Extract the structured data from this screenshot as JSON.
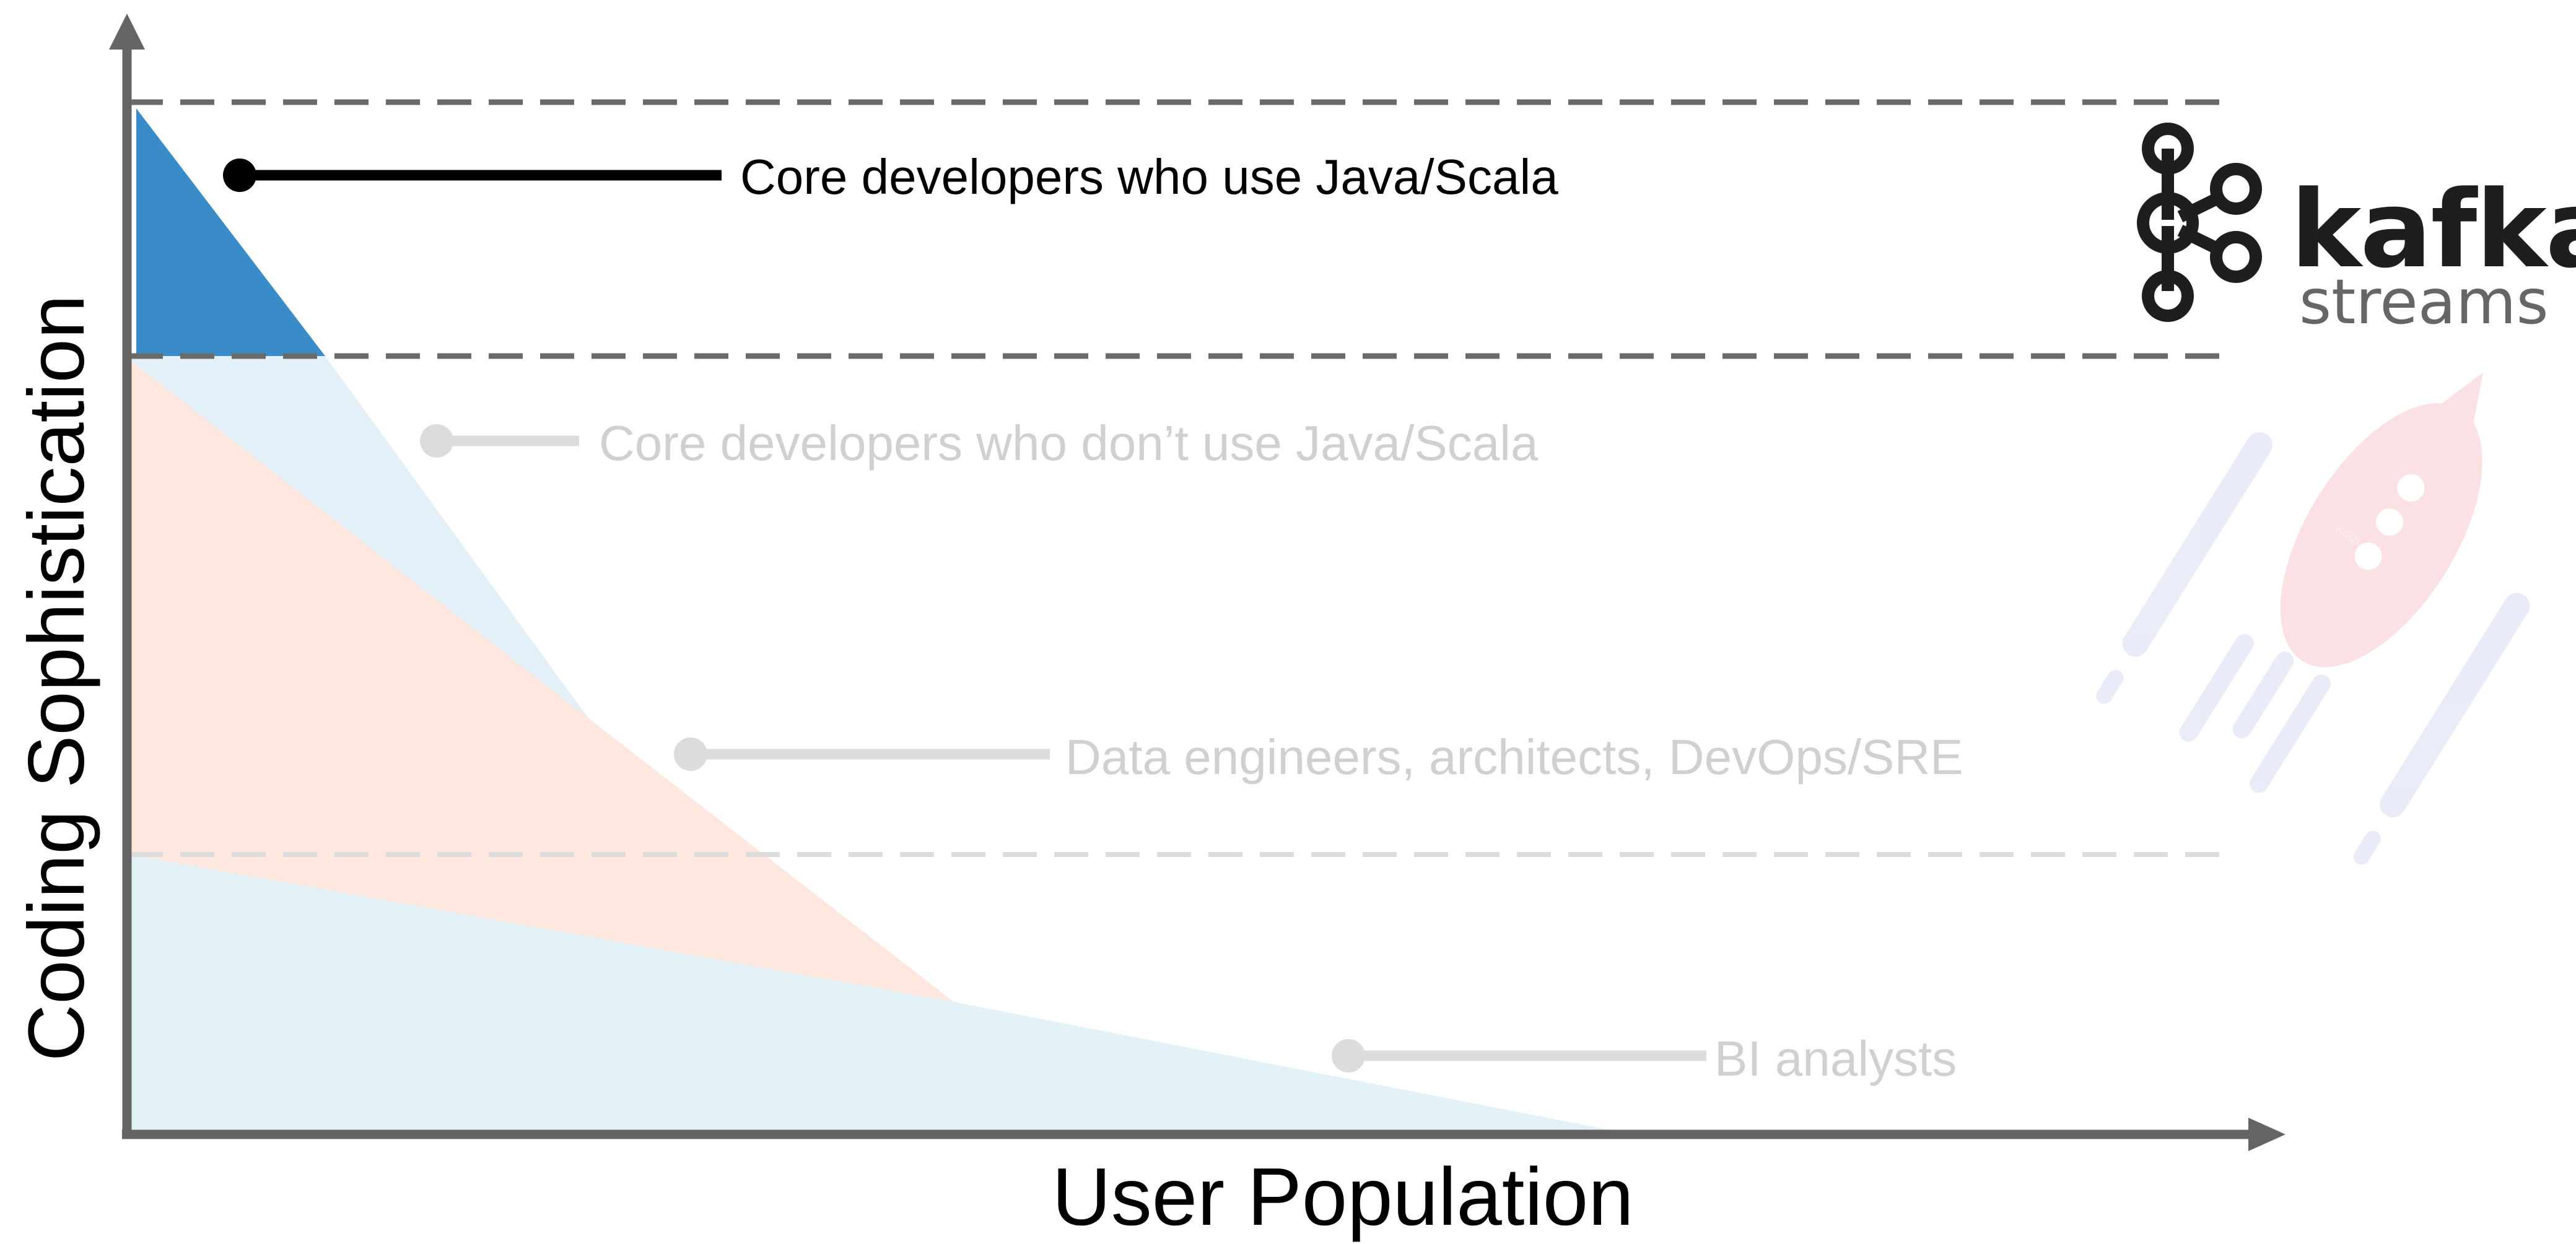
{
  "axes": {
    "x_label": "User Population",
    "y_label": "Coding Sophistication"
  },
  "segments": [
    {
      "label": "Core developers who use Java/Scala",
      "highlighted": true,
      "color": "#3a8cc9"
    },
    {
      "label": "Core developers who don’t use Java/Scala",
      "highlighted": false,
      "color": "#e4f0f7"
    },
    {
      "label": "Data engineers, architects, DevOps/SRE",
      "highlighted": false,
      "color": "#fde7df"
    },
    {
      "label": "BI analysts",
      "highlighted": false,
      "color": "#e2f2f6"
    }
  ],
  "logo": {
    "name": "kafka",
    "subtitle": "streams",
    "icon": "kafka-network-icon"
  },
  "watermark": {
    "icon": "rocket-icon",
    "text": "KSQL"
  },
  "colors": {
    "axis": "#646464",
    "dash": "#6a6a6a",
    "dash_faint": "#dcdcdc",
    "label_active": "#000000",
    "label_faint": "#d0d0d0",
    "leader_faint": "#dcdcdc"
  }
}
